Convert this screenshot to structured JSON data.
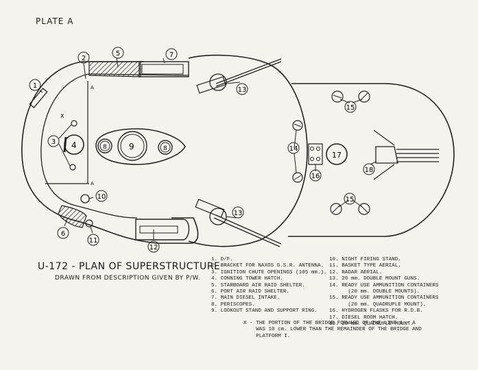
{
  "plate": "PLATE A",
  "title": "U-172   -  PLAN OF SUPERSTRUCTURE",
  "subtitle": "DRAWN FROM DESCRIPTION GIVEN BY P/W.",
  "diagram": {
    "callouts": [
      "1",
      "2",
      "3",
      "4",
      "5",
      "6",
      "7",
      "8",
      "9",
      "10",
      "11",
      "12",
      "13",
      "14",
      "15",
      "16",
      "17",
      "18"
    ],
    "marker_a_top": "A",
    "marker_a_bottom": "A",
    "marker_x": "X",
    "periscope_9": "9",
    "periscope_8": "8",
    "callout_13": "13",
    "callout_15": "15"
  },
  "legend_left": [
    "1. D/F.",
    "2. BRACKET FOR NAXOS G.S.R. ANTENNA.",
    "3. IGNITION CHUTE OPENINGS (105 mm.).",
    "4. CONNING TOWER HATCH.",
    "5. STARBOARD AIR RAID SHELTER.",
    "6. PORT AIR RAID SHELTER.",
    "7. MAIN DIESEL INTAKE.",
    "8. PERISCOPES.",
    "9. LOOKOUT STAND AND SUPPORT RING."
  ],
  "legend_right": [
    "10. NIGHT FIRING STAND.",
    "11. BASKET TYPE AERIAL.",
    "12. RADAR AERIAL.",
    "13. 20 mm. DOUBLE MOUNT GUNS.",
    "14. READY USE AMMUNITION CONTAINERS",
    "      (20 mm. DOUBLE MOUNTS).",
    "15. READY USE AMMUNITION CONTAINERS",
    "      (20 mm. QUADRUPLE MOUNT).",
    "16. HYDROGEN FLASKS FOR R.D.B.",
    "17. DIESEL ROOM HATCH.",
    "18. 20 mm. QUADRUPLE MOUNT."
  ],
  "note": "X - THE PORTION OF THE BRIDGE FORWARD OF THE LINE A - A\n    WAS 10 cm. LOWER THAN THE REMAINDER OF THE BRIDGE AND\n    PLATFORM I."
}
